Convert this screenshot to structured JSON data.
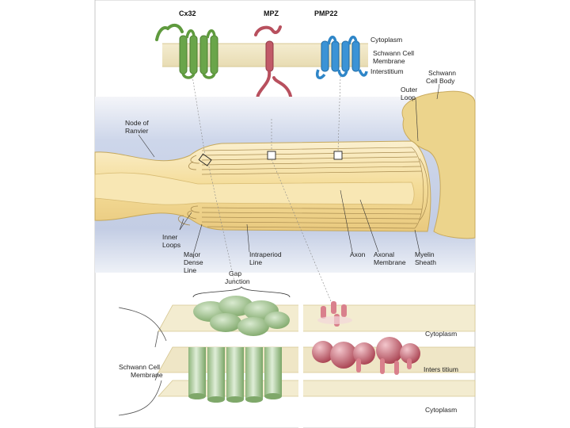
{
  "proteins": {
    "cx32": "Cx32",
    "mpz": "MPZ",
    "pmp22": "PMP22"
  },
  "membrane_labels": {
    "cytoplasm": "Cytoplasm",
    "schwann_cell_membrane_line1": "Schwann Cell",
    "schwann_cell_membrane_line2": "Membrane",
    "interstitium": "Interstitium"
  },
  "nerve_labels": {
    "schwann_cell_body_line1": "Schwann",
    "schwann_cell_body_line2": "Cell Body",
    "outer_loop_line1": "Outer",
    "outer_loop_line2": "Loop",
    "node_of_ranvier_line1": "Node of",
    "node_of_ranvier_line2": "Ranvier",
    "inner_loops_line1": "Inner",
    "inner_loops_line2": "Loops",
    "major_dense_line_line1": "Major",
    "major_dense_line_line2": "Dense",
    "major_dense_line_line3": "Line",
    "intraperiod_line_line1": "Intraperiod",
    "intraperiod_line_line2": "Line",
    "axon": "Axon",
    "axonal_membrane_line1": "Axonal",
    "axonal_membrane_line2": "Membrane",
    "myelin_sheath_line1": "Myelin",
    "myelin_sheath_line2": "Sheath"
  },
  "junction_labels": {
    "gap_junction_line1": "Gap",
    "gap_junction_line2": "Junction",
    "schwann_cell_membrane_line1": "Schwann Cell",
    "schwann_cell_membrane_line2": "Membrane",
    "cytoplasm_top": "Cytoplasm",
    "interstitium": "Inters titium",
    "cytoplasm_bottom": "Cytoplasm"
  },
  "colors": {
    "cx32": "#5f9a3e",
    "mpz": "#b8505e",
    "pmp22": "#2f86c8",
    "myelin": "#f3dc9c",
    "membrane_band": "#eee3c2",
    "background_blue": "#c9d3e8"
  }
}
